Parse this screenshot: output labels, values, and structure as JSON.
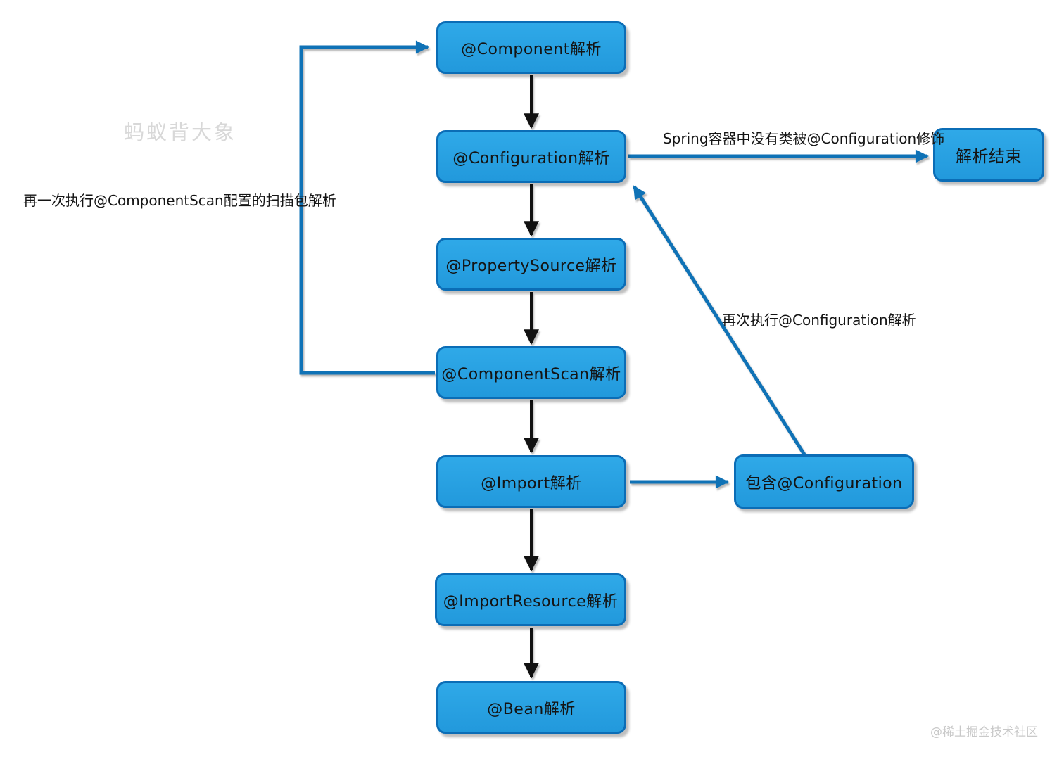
{
  "diagram": {
    "watermark_title": "蚂蚁背大象",
    "watermark_footer": "@稀土掘金技术社区",
    "colors": {
      "node_fill": "#29a2e2",
      "node_border": "#0b6db6",
      "arrow_blue": "#0f72b6",
      "arrow_black": "#111111",
      "shadow_gray": "#bdbdbd"
    },
    "nodes": [
      {
        "id": "component-parse",
        "label": "@Component解析"
      },
      {
        "id": "configuration-parse",
        "label": "@Configuration解析"
      },
      {
        "id": "property-source-parse",
        "label": "@PropertySource解析"
      },
      {
        "id": "component-scan-parse",
        "label": "@ComponentScan解析"
      },
      {
        "id": "import-parse",
        "label": "@Import解析"
      },
      {
        "id": "import-resource-parse",
        "label": "@ImportResource解析"
      },
      {
        "id": "bean-parse",
        "label": "@Bean解析"
      },
      {
        "id": "parse-end",
        "label": "解析结束"
      },
      {
        "id": "contains-configuration",
        "label": "包含@Configuration"
      }
    ],
    "edge_labels": {
      "no_configuration_in_container": "Spring容器中没有类被@Configuration修饰",
      "rerun_component_scan": "再一次执行@ComponentScan配置的扫描包解析",
      "rerun_configuration": "再次执行@Configuration解析"
    }
  }
}
